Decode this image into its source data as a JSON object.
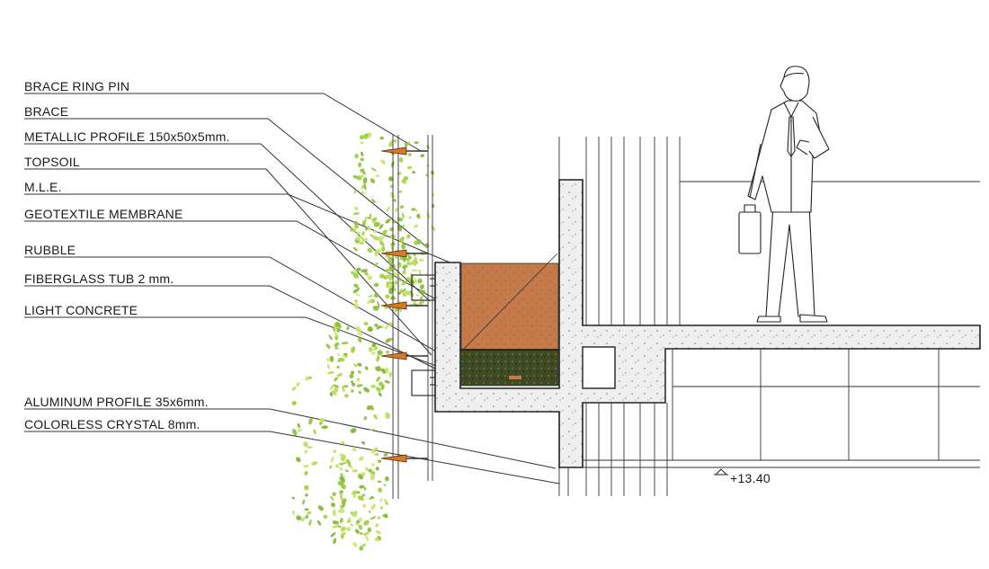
{
  "diagram": {
    "callouts": [
      {
        "label": "BRACE RING PIN"
      },
      {
        "label": "BRACE"
      },
      {
        "label": "METALLIC PROFILE 150x50x5mm."
      },
      {
        "label": "TOPSOIL"
      },
      {
        "label": "M.L.E."
      },
      {
        "label": "GEOTEXTILE MEMBRANE"
      },
      {
        "label": "RUBBLE"
      },
      {
        "label": "FIBERGLASS TUB 2 mm."
      },
      {
        "label": "LIGHT CONCRETE"
      },
      {
        "label": "ALUMINUM PROFILE 35x6mm."
      },
      {
        "label": "COLORLESS CRYSTAL 8mm."
      }
    ],
    "level_mark": "+13.40",
    "colors": {
      "line": "#2b2b2b",
      "topsoil": "#c47a4a",
      "rubble": "#3f4a24",
      "concrete": "#eeeeee",
      "plants": "#9bcf3c",
      "pin": "#d47a2a"
    }
  }
}
